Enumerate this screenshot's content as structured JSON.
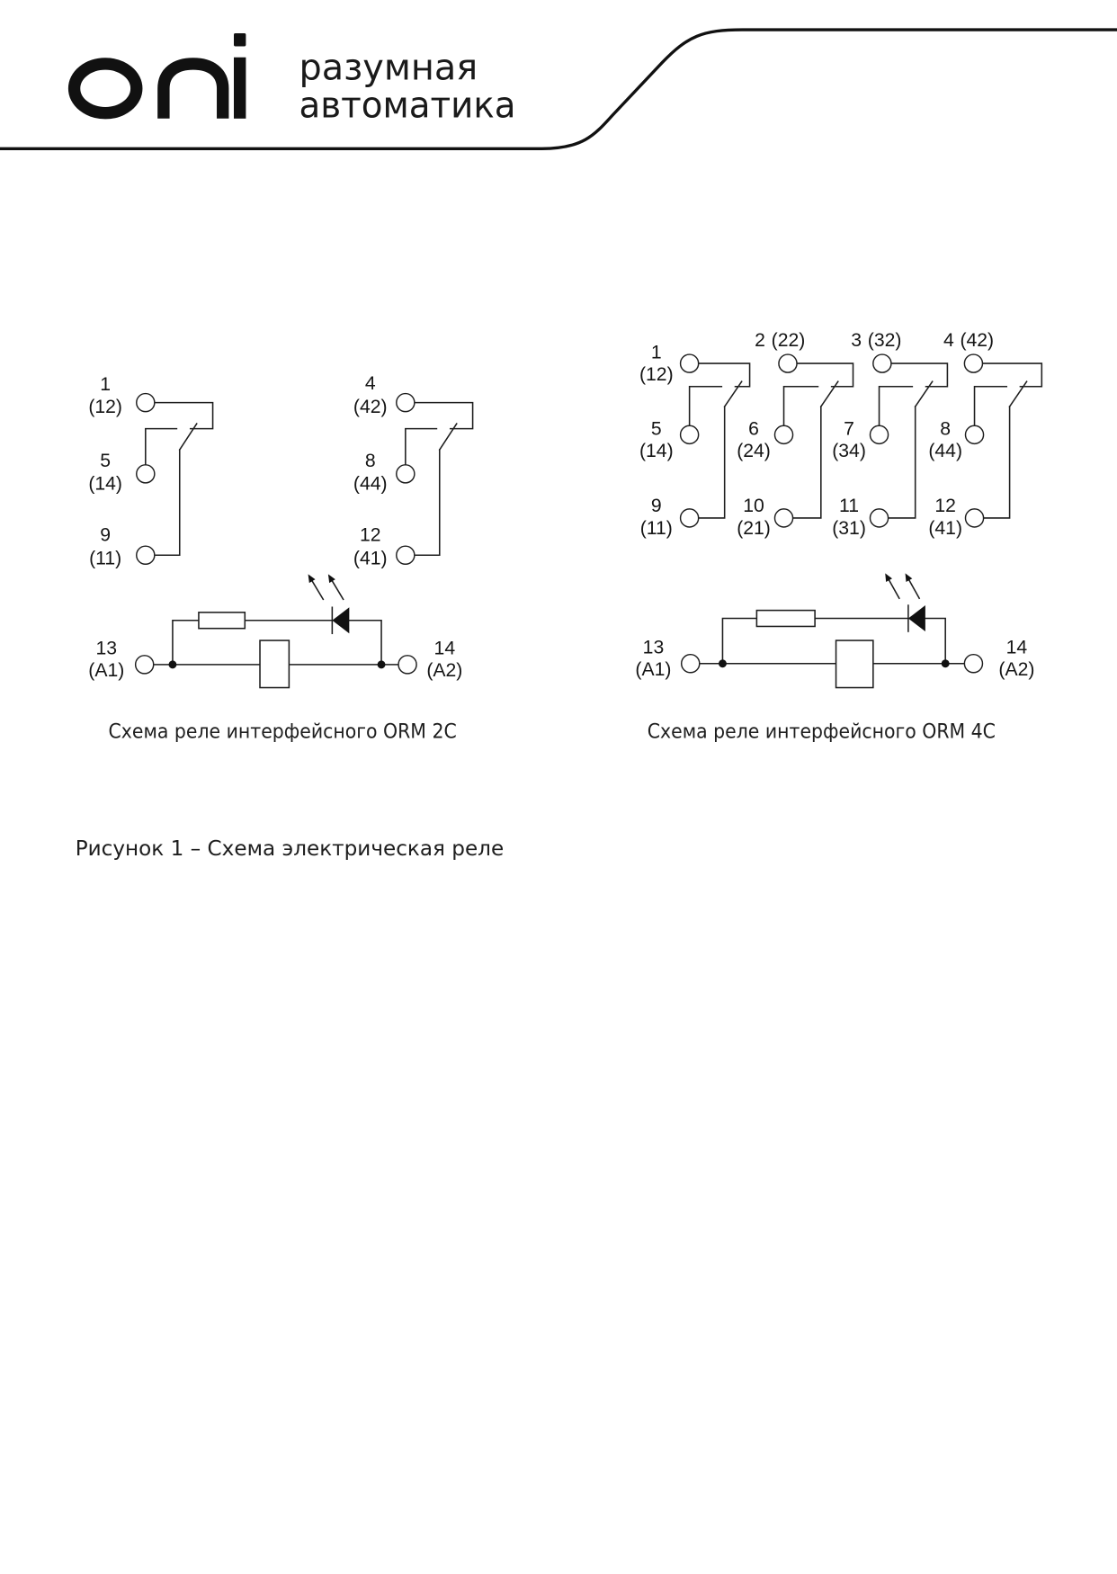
{
  "header": {
    "logo": "oni",
    "tagline": [
      "разумная",
      "автоматика"
    ]
  },
  "diagrams": [
    {
      "caption": "Схема реле интерфейсного ORM 2C",
      "contacts": [
        {
          "nc": {
            "num": "1",
            "alt": "(12)"
          },
          "no": {
            "num": "5",
            "alt": "(14)"
          },
          "com": {
            "num": "9",
            "alt": "(11)"
          }
        },
        {
          "nc": {
            "num": "4",
            "alt": "(42)"
          },
          "no": {
            "num": "8",
            "alt": "(44)"
          },
          "com": {
            "num": "12",
            "alt": "(41)"
          }
        }
      ],
      "coil": {
        "a1": {
          "num": "13",
          "alt": "(A1)"
        },
        "a2": {
          "num": "14",
          "alt": "(A2)"
        }
      }
    },
    {
      "caption": "Схема реле интерфейсного ORM 4C",
      "contacts": [
        {
          "nc": {
            "num": "1",
            "alt": "(12)"
          },
          "no": {
            "num": "5",
            "alt": "(14)"
          },
          "com": {
            "num": "9",
            "alt": "(11)"
          }
        },
        {
          "nc": {
            "num": "2",
            "alt": "(22)"
          },
          "no": {
            "num": "6",
            "alt": "(24)"
          },
          "com": {
            "num": "10",
            "alt": "(21)"
          }
        },
        {
          "nc": {
            "num": "3",
            "alt": "(32)"
          },
          "no": {
            "num": "7",
            "alt": "(34)"
          },
          "com": {
            "num": "11",
            "alt": "(31)"
          }
        },
        {
          "nc": {
            "num": "4",
            "alt": "(42)"
          },
          "no": {
            "num": "8",
            "alt": "(44)"
          },
          "com": {
            "num": "12",
            "alt": "(41)"
          }
        }
      ],
      "coil": {
        "a1": {
          "num": "13",
          "alt": "(A1)"
        },
        "a2": {
          "num": "14",
          "alt": "(A2)"
        }
      }
    }
  ],
  "figure_caption": "Рисунок 1 – Схема электрическая реле"
}
